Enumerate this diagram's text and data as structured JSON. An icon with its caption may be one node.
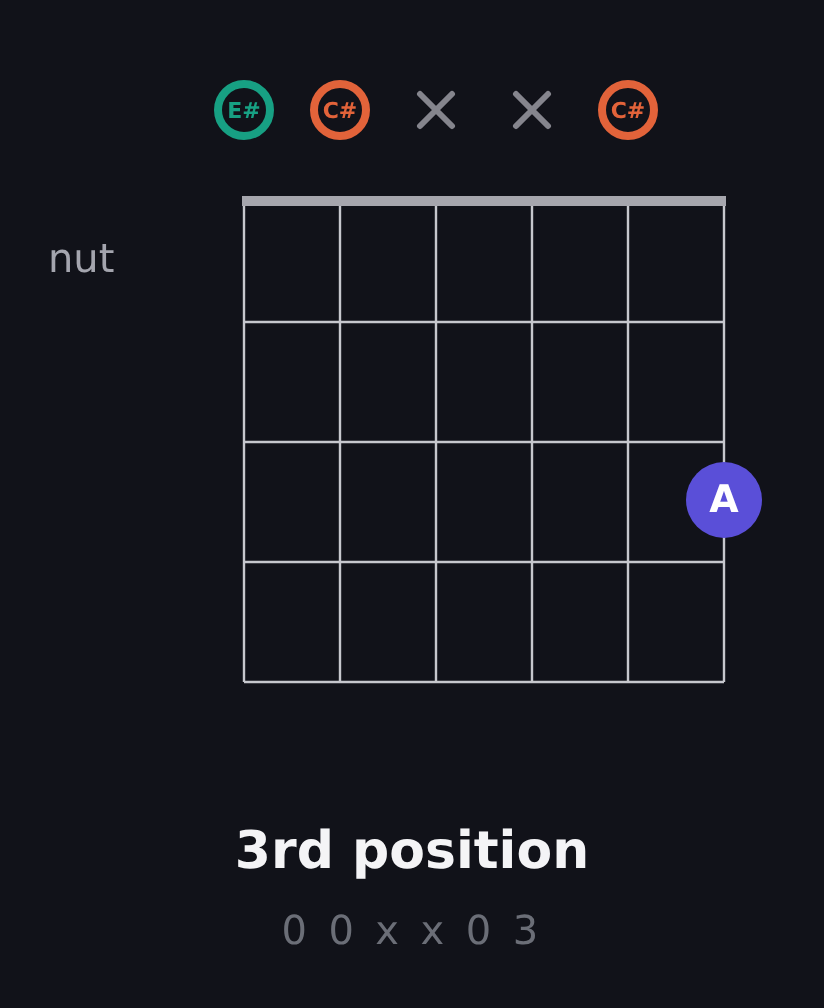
{
  "diagram": {
    "title": "3rd position",
    "nodes": [
      {
        "text": [
          "E#"
        ]
      },
      {
        "text": [
          "C#"
        ]
      },
      {
        "text": [
          "C#"
        ]
      },
      {
        "text": [
          "A"
        ]
      }
    ],
    "labels": [
      "nut",
      "0 0 x x 0 3"
    ]
  }
}
